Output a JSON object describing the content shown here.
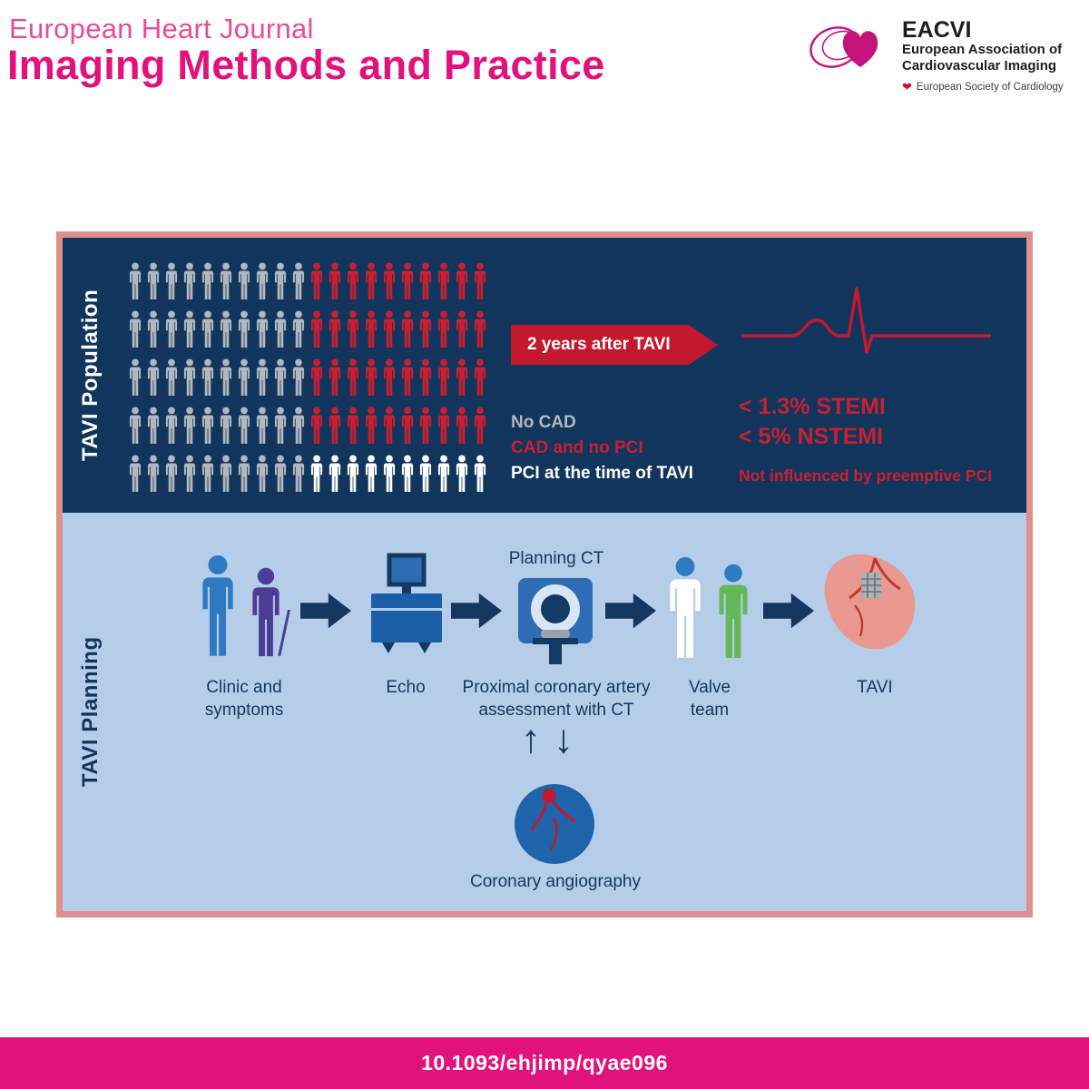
{
  "header": {
    "journal": "European Heart Journal",
    "title": "Imaging Methods and Practice",
    "logo": {
      "acronym": "EACVI",
      "org_line1": "European Association of",
      "org_line2": "Cardiovascular Imaging",
      "society": "European Society of Cardiology"
    }
  },
  "population": {
    "section_label": "TAVI Population",
    "banner": "2 years after TAVI",
    "legend": [
      {
        "key": "G",
        "label": "No CAD",
        "color": "#b3b7bd"
      },
      {
        "key": "R",
        "label": "CAD and no PCI",
        "color": "#c8202f"
      },
      {
        "key": "W",
        "label": "PCI at the time of TAVI",
        "color": "#ffffff"
      }
    ],
    "grid": {
      "rows": [
        "GGGGGGGGGGRRRRRRRRRR",
        "GGGGGGGGGGRRRRRRRRRR",
        "GGGGGGGGGGRRRRRRRRRR",
        "GGGGGGGGGGRRRRRRRRRR",
        "GGGGGGGGGGWWWWWWWWWW"
      ]
    },
    "outcomes": {
      "stemi": "< 1.3% STEMI",
      "nstemi": "< 5% NSTEMI",
      "note": "Not influenced by preemptive PCI"
    }
  },
  "planning": {
    "section_label": "TAVI Planning",
    "ct_label": "Planning CT",
    "steps": [
      {
        "label": "Clinic and symptoms"
      },
      {
        "label": "Echo"
      },
      {
        "label": "Proximal coronary artery assessment with CT"
      },
      {
        "label": "Valve team"
      },
      {
        "label": "TAVI"
      }
    ],
    "angiography_label": "Coronary angiography"
  },
  "footer": {
    "doi": "10.1093/ehjimp/qyae096"
  },
  "colors": {
    "brand_pink": "#e2127d",
    "journal_pink": "#ea4b97",
    "navy": "#12355e",
    "light_blue": "#b6cde9",
    "red": "#c4182f",
    "salmon_border": "#df8f8c",
    "arrow_navy": "#15365e",
    "figure_blue": "#2e7bc4",
    "figure_purple": "#4c3e96",
    "figure_green": "#63b85a"
  },
  "icons": [
    "eacvi-heart-icon",
    "esc-heart-icon",
    "person-icon",
    "ecg-icon",
    "echo-machine-icon",
    "ct-scanner-icon",
    "valve-team-icons",
    "tavi-heart-icon",
    "up-arrow-icon",
    "down-arrow-icon",
    "coronary-angiography-icon",
    "flow-arrow-icon"
  ]
}
